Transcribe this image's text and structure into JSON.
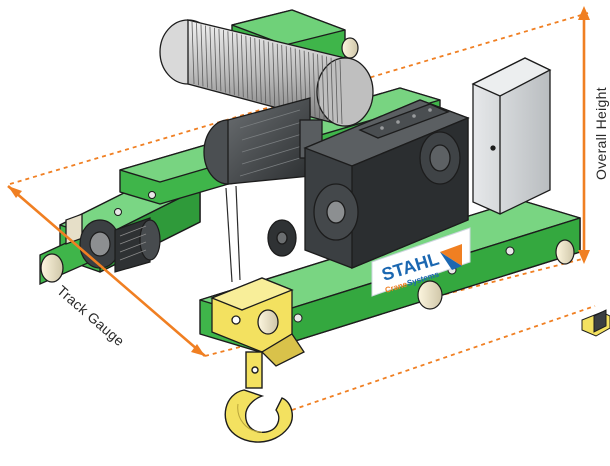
{
  "diagram": {
    "labels": {
      "track_gauge": "Track Gauge",
      "overall_height": "Overall Height"
    },
    "logo": {
      "brand": "STAHL",
      "sub_left": "Crane",
      "sub_right": "Systems"
    }
  },
  "colors": {
    "frame_green": "#3fb54a",
    "frame_green_dark": "#2a8a35",
    "dimension_orange": "#f07f22",
    "drum_grey": "#c9c9c9",
    "gearbox_dark": "#3b3f42",
    "hook_yellow": "#f3e160",
    "cabinet_grey": "#cfd2d4",
    "logo_blue": "#1b67b1"
  }
}
